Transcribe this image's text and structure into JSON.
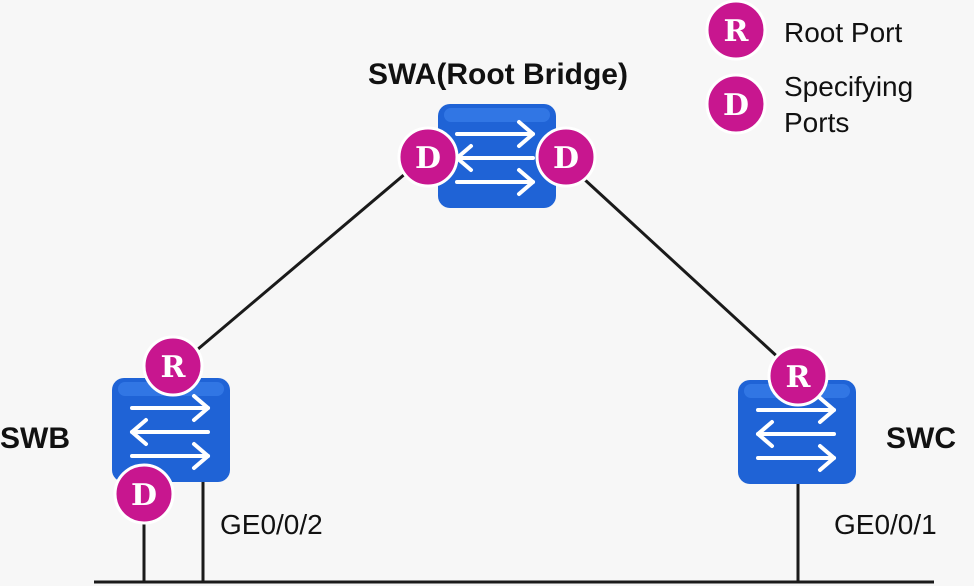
{
  "colors": {
    "background": "#f7f7f7",
    "switch_fill": "#1f63d6",
    "switch_highlight": "#3f86f0",
    "port_badge": "#c8168f",
    "line": "#1a1a1a"
  },
  "legend": {
    "root_badge_letter": "R",
    "root_label": "Root Port",
    "designated_badge_letter": "D",
    "designated_label_line1": "Specifying",
    "designated_label_line2": "Ports"
  },
  "switches": {
    "swa": {
      "label": "SWA(Root Bridge)",
      "left_port": "D",
      "right_port": "D",
      "icon": "switch-icon"
    },
    "swb": {
      "label": "SWB",
      "top_port": "R",
      "bottom_port": "D",
      "icon": "switch-icon"
    },
    "swc": {
      "label": "SWC",
      "top_port": "R",
      "icon": "switch-icon"
    }
  },
  "interfaces": {
    "swb_interface": "GE0/0/2",
    "swc_interface": "GE0/0/1"
  }
}
